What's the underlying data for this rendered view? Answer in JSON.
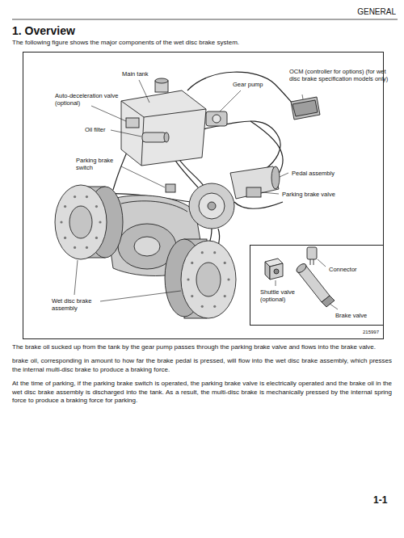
{
  "diagram": {
    "title": "1. Overview",
    "nodes": [
      {
        "text": [
          "Main tank",
          "Gear pump",
          "OCM (controller for options) (for wet disc brake specification models only)",
          "Auto-deceleration valve (optional)",
          "Oil filter",
          "Parking brake switch",
          "Pedal assembly",
          "Parking brake valve",
          "Wet disc brake assembly",
          "215997"
        ]
      },
      {
        "text": [
          "Shuttle valve (optional)",
          "Connector",
          "Brake valve"
        ],
        "in": 0
      }
    ],
    "labels": [
      "GENERAL",
      "The following figure shows the major components of the wet disc brake system.",
      "The brake oil sucked up from the tank by the gear pump passes through the parking brake valve and flows into the brake valve.",
      "brake oil, corresponding in amount to how far the brake pedal is pressed, will flow into the wet disc brake assembly, which presses the internal multi-disc brake to produce a braking force.",
      "At the time of parking, if the parking brake switch is operated, the parking brake valve is electrically operated and the brake oil in the wet disc brake assembly is discharged into the tank. As a result, the multi-disc brake is mechanically pressed by the internal spring force to produce a braking force for parking.",
      "1-1"
    ]
  }
}
